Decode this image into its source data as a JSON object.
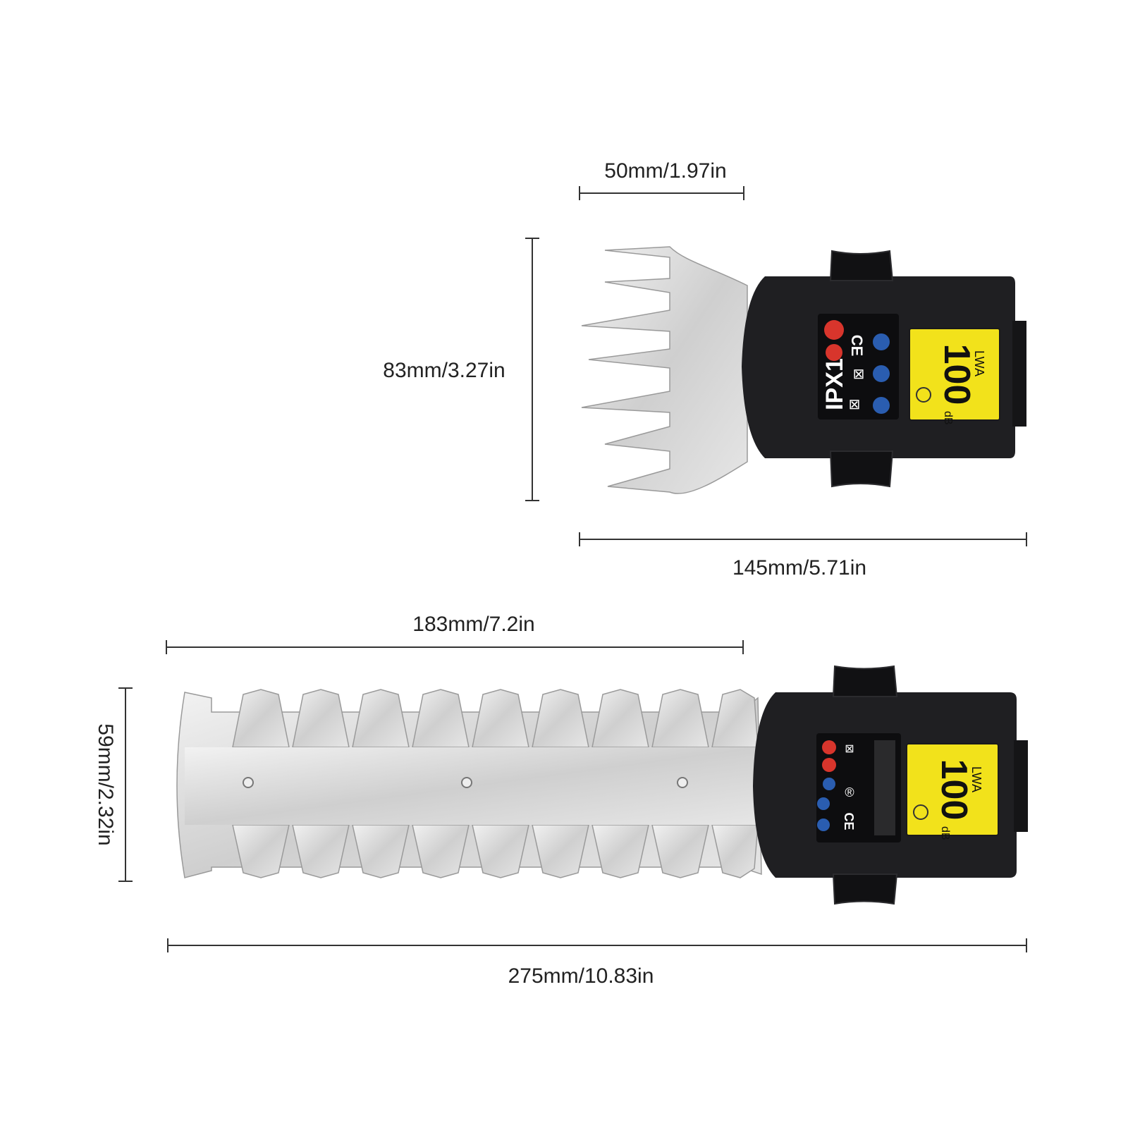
{
  "dimensions": {
    "shear_tip_width": "50mm/1.97in",
    "shear_height": "83mm/3.27in",
    "shear_length": "145mm/5.71in",
    "hedge_blade_length": "183mm/7.2in",
    "hedge_height": "59mm/2.32in",
    "hedge_total_length": "275mm/10.83in"
  },
  "shear_label": {
    "ip_rating": "IPX1",
    "ce_mark": "CE",
    "lwa": "LWA",
    "db_value": "100",
    "db_unit": "dB"
  },
  "hedge_label": {
    "ce_mark": "CE",
    "lwa": "LWA",
    "db_value": "100",
    "db_unit": "dB"
  }
}
